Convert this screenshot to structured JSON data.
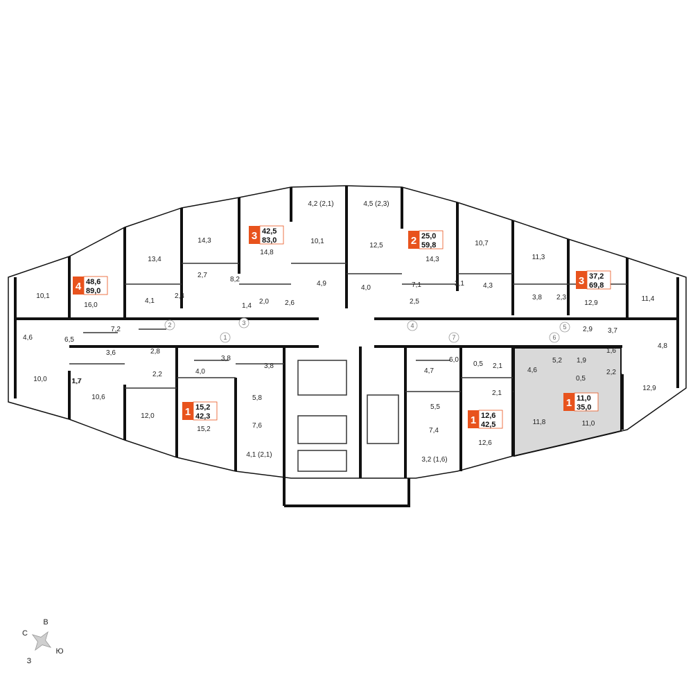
{
  "plan": {
    "accent_color": "#e8531d",
    "highlight_color": "#d9d9d9",
    "apartments": [
      {
        "id": "apt-4",
        "rooms": "4",
        "living": "48,6",
        "total": "89,0",
        "selected": false
      },
      {
        "id": "apt-3-left",
        "rooms": "3",
        "living": "42,5",
        "total": "83,0",
        "selected": false
      },
      {
        "id": "apt-2",
        "rooms": "2",
        "living": "25,0",
        "total": "59,8",
        "selected": false
      },
      {
        "id": "apt-3-right",
        "rooms": "3",
        "living": "37,2",
        "total": "69,8",
        "selected": false
      },
      {
        "id": "apt-1-left",
        "rooms": "1",
        "living": "15,2",
        "total": "42,3",
        "selected": false
      },
      {
        "id": "apt-1-mid",
        "rooms": "1",
        "living": "12,6",
        "total": "42,5",
        "selected": false
      },
      {
        "id": "apt-1-right",
        "rooms": "1",
        "living": "11,0",
        "total": "35,0",
        "selected": true
      }
    ],
    "areas": [
      "10,1",
      "16,0",
      "4,6",
      "6,5",
      "7,2",
      "10,0",
      "1,7",
      "10,6",
      "3,6",
      "2,2",
      "12,0",
      "13,4",
      "4,1",
      "2,4",
      "14,3",
      "2,7",
      "8,2",
      "1,4",
      "2,0",
      "2,6",
      "14,8",
      "10,1",
      "4,9",
      "4,2 (2,1)",
      "4,5 (2,3)",
      "12,5",
      "4,0",
      "14,3",
      "7,1",
      "2,5",
      "10,7",
      "2,1",
      "4,3",
      "11,3",
      "3,8",
      "2,3",
      "12,9",
      "11,4",
      "2,9",
      "3,7",
      "1,6",
      "4,8",
      "2,2",
      "12,9",
      "1,7",
      "2,8",
      "3,8",
      "4,0",
      "3,8",
      "5,8",
      "15,2",
      "7,6",
      "4,1 (2,1)",
      "4,7",
      "6,0",
      "0,5",
      "2,1",
      "2,1",
      "5,5",
      "7,4",
      "3,2 (1,6)",
      "12,6",
      "4,6",
      "5,2",
      "1,9",
      "0,5",
      "11,8",
      "11,0"
    ],
    "entrances": [
      "1",
      "2",
      "3",
      "4",
      "5",
      "6",
      "7"
    ]
  },
  "compass": {
    "north": "В",
    "west": "С",
    "east": "Ю",
    "south": "З"
  }
}
